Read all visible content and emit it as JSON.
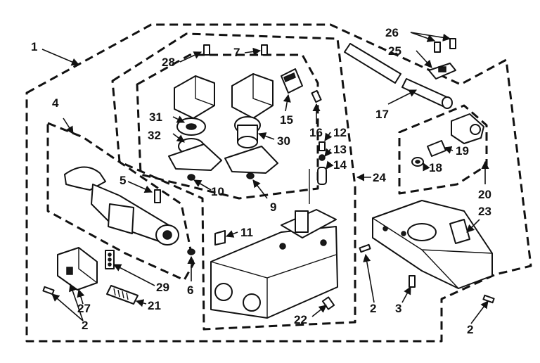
{
  "callouts": {
    "c1": "1",
    "c2a": "2",
    "c2b": "2",
    "c2c": "2",
    "c3": "3",
    "c4": "4",
    "c5": "5",
    "c6": "6",
    "c7": "7",
    "c9": "9",
    "c10": "10",
    "c11": "11",
    "c12": "12",
    "c13": "13",
    "c14": "14",
    "c15": "15",
    "c16": "16",
    "c17": "17",
    "c18": "18",
    "c19": "19",
    "c20": "20",
    "c21": "21",
    "c22": "22",
    "c23": "23",
    "c24": "24",
    "c25": "25",
    "c26": "26",
    "c27": "27",
    "c28": "28",
    "c29": "29",
    "c30": "30",
    "c31": "31",
    "c32": "32"
  }
}
